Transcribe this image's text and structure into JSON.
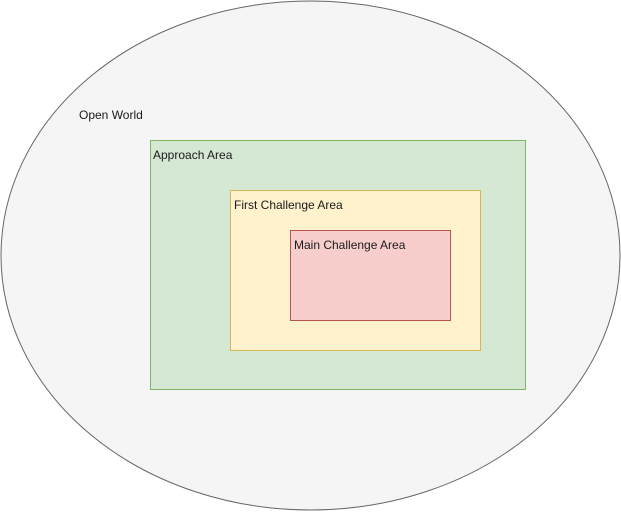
{
  "diagram": {
    "zones": [
      {
        "id": "open-world",
        "label": "Open World",
        "fill": "#f5f5f5",
        "stroke": "#666666"
      },
      {
        "id": "approach-area",
        "label": "Approach Area",
        "fill": "#d5e8d4",
        "stroke": "#82b366"
      },
      {
        "id": "first-challenge-area",
        "label": "First Challenge Area",
        "fill": "#fff2cc",
        "stroke": "#d6b656"
      },
      {
        "id": "main-challenge-area",
        "label": "Main Challenge Area",
        "fill": "#f8cecc",
        "stroke": "#b85450"
      }
    ]
  }
}
